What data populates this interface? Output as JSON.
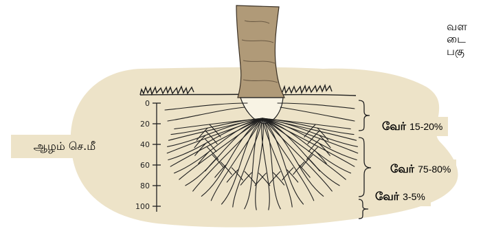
{
  "corner_text": [
    "வள",
    "டை",
    "பகு"
  ],
  "depth_label": "ஆழம் செ.மீ",
  "depth_scale": [
    "0",
    "20",
    "40",
    "60",
    "80",
    "100"
  ],
  "root_zones": [
    {
      "word": "வேர்",
      "percent": "15-20%"
    },
    {
      "word": "வேர்",
      "percent": "75-80%"
    },
    {
      "word": "வேர்",
      "percent": "3-5%"
    }
  ],
  "colors": {
    "soil": "#ede3c8",
    "trunk": "#b09a78",
    "root_line": "#1e1e1e"
  }
}
